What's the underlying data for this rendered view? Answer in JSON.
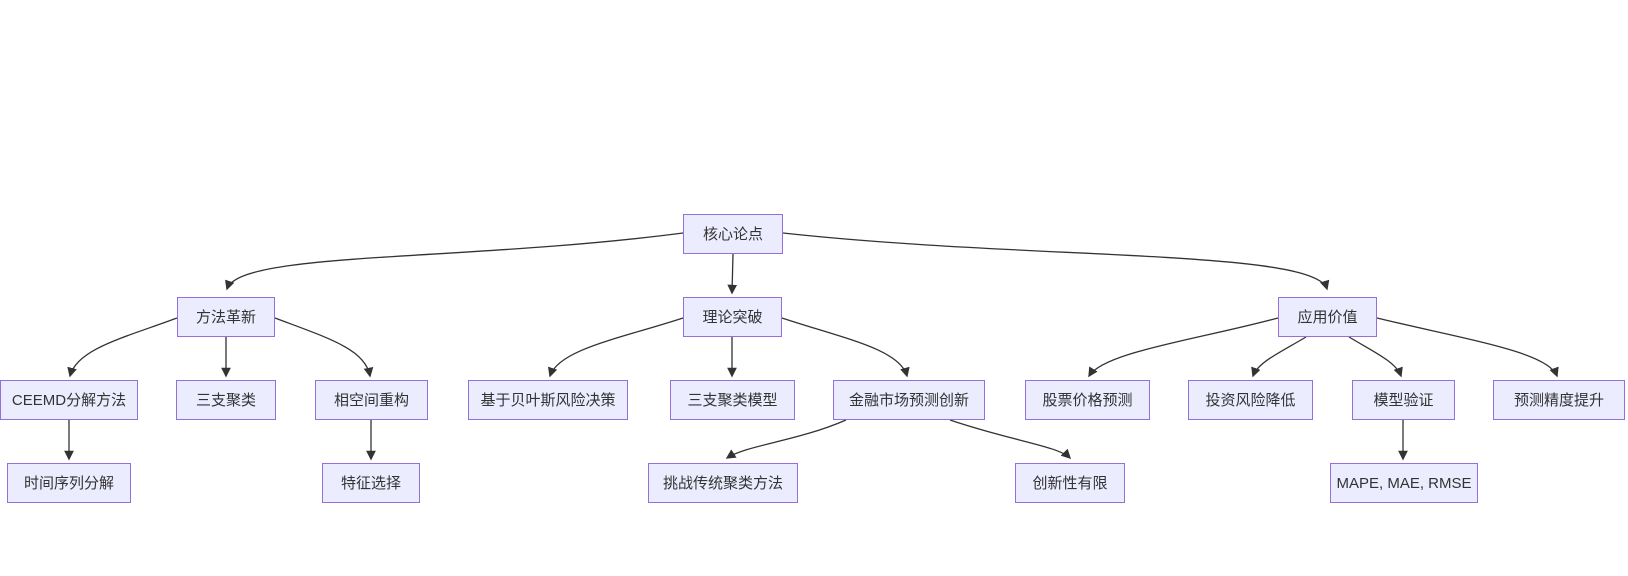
{
  "diagram": {
    "type": "flowchart",
    "direction": "top-down",
    "colors": {
      "node_fill": "#ECECFF",
      "node_border": "#9370DB",
      "text": "#333333",
      "edge": "#333333",
      "background": "#ffffff"
    },
    "nodes": [
      {
        "id": "root",
        "label": "核心论点"
      },
      {
        "id": "method-innovation",
        "label": "方法革新"
      },
      {
        "id": "theory-breakthrough",
        "label": "理论突破"
      },
      {
        "id": "application-value",
        "label": "应用价值"
      },
      {
        "id": "ceemd-decomposition",
        "label": "CEEMD分解方法"
      },
      {
        "id": "three-way-clustering",
        "label": "三支聚类"
      },
      {
        "id": "phase-space-reconstruction",
        "label": "相空间重构"
      },
      {
        "id": "bayesian-risk-decision",
        "label": "基于贝叶斯风险决策"
      },
      {
        "id": "three-way-clustering-model",
        "label": "三支聚类模型"
      },
      {
        "id": "financial-market-forecast-innovation",
        "label": "金融市场预测创新"
      },
      {
        "id": "stock-price-prediction",
        "label": "股票价格预测"
      },
      {
        "id": "investment-risk-reduction",
        "label": "投资风险降低"
      },
      {
        "id": "model-validation",
        "label": "模型验证"
      },
      {
        "id": "forecast-accuracy-improvement",
        "label": "预测精度提升"
      },
      {
        "id": "time-series-decomposition",
        "label": "时间序列分解"
      },
      {
        "id": "feature-selection",
        "label": "特征选择"
      },
      {
        "id": "challenge-traditional-clustering",
        "label": "挑战传统聚类方法"
      },
      {
        "id": "limited-innovation",
        "label": "创新性有限"
      },
      {
        "id": "metrics",
        "label": "MAPE, MAE, RMSE"
      }
    ],
    "edges": [
      {
        "from": "root",
        "to": "method-innovation"
      },
      {
        "from": "root",
        "to": "theory-breakthrough"
      },
      {
        "from": "root",
        "to": "application-value"
      },
      {
        "from": "method-innovation",
        "to": "ceemd-decomposition"
      },
      {
        "from": "method-innovation",
        "to": "three-way-clustering"
      },
      {
        "from": "method-innovation",
        "to": "phase-space-reconstruction"
      },
      {
        "from": "theory-breakthrough",
        "to": "bayesian-risk-decision"
      },
      {
        "from": "theory-breakthrough",
        "to": "three-way-clustering-model"
      },
      {
        "from": "theory-breakthrough",
        "to": "financial-market-forecast-innovation"
      },
      {
        "from": "application-value",
        "to": "stock-price-prediction"
      },
      {
        "from": "application-value",
        "to": "investment-risk-reduction"
      },
      {
        "from": "application-value",
        "to": "model-validation"
      },
      {
        "from": "application-value",
        "to": "forecast-accuracy-improvement"
      },
      {
        "from": "ceemd-decomposition",
        "to": "time-series-decomposition"
      },
      {
        "from": "phase-space-reconstruction",
        "to": "feature-selection"
      },
      {
        "from": "financial-market-forecast-innovation",
        "to": "challenge-traditional-clustering"
      },
      {
        "from": "financial-market-forecast-innovation",
        "to": "limited-innovation"
      },
      {
        "from": "model-validation",
        "to": "metrics"
      }
    ]
  }
}
